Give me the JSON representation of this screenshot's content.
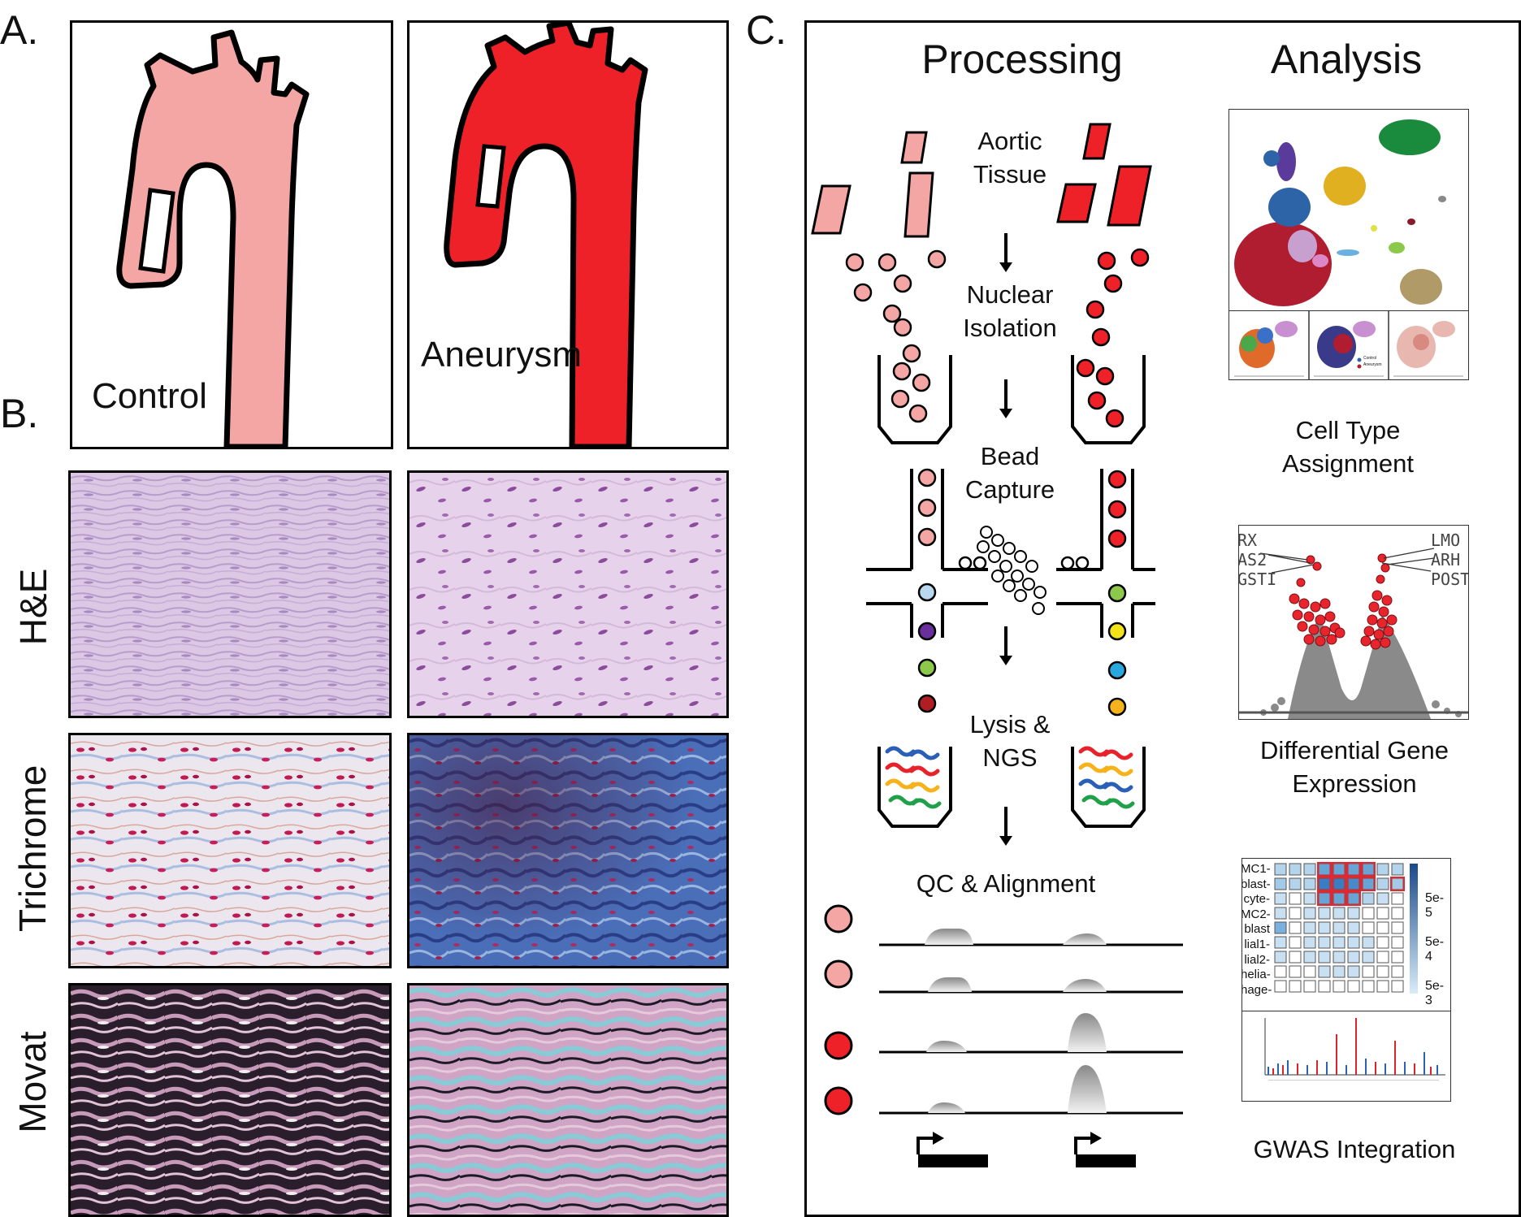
{
  "panels": {
    "a": "A.",
    "b": "B.",
    "c": "C."
  },
  "panel_a": {
    "control_label": "Control",
    "aneurysm_label": "Aneurysm"
  },
  "panel_b": {
    "rows": [
      "H&E",
      "Trichrome",
      "Movat"
    ]
  },
  "panel_c": {
    "processing_title": "Processing",
    "analysis_title": "Analysis",
    "steps": [
      {
        "line1": "Aortic",
        "line2": "Tissue"
      },
      {
        "line1": "Nuclear",
        "line2": "Isolation"
      },
      {
        "line1": "Bead",
        "line2": "Capture"
      },
      {
        "line1": "Lysis &",
        "line2": "NGS"
      }
    ],
    "qc_label": "QC & Alignment",
    "analysis_steps": [
      {
        "line1": "Cell Type",
        "line2": "Assignment"
      },
      {
        "line1": "Differential Gene",
        "line2": "Expression"
      },
      {
        "line1": "GWAS Integration",
        "line2": ""
      }
    ],
    "volcano_labels": {
      "left": [
        "RX",
        "AS2",
        "GSTI"
      ],
      "right": [
        "LMO",
        "ARH",
        "POST"
      ]
    },
    "heatmap_rows": [
      "MC1-",
      "blast-",
      "cyte-",
      "MC2-",
      "blast",
      "lial1-",
      "lial2-",
      "helia-",
      "hage-"
    ],
    "heatmap_scale": [
      "5e-5",
      "5e-4",
      "5e-3"
    ],
    "umap_legend": [
      "Control",
      "Aneurysm"
    ],
    "colors": {
      "control": "#f4a6a4",
      "aneurysm": "#ee2128",
      "outline": "#000000"
    }
  }
}
